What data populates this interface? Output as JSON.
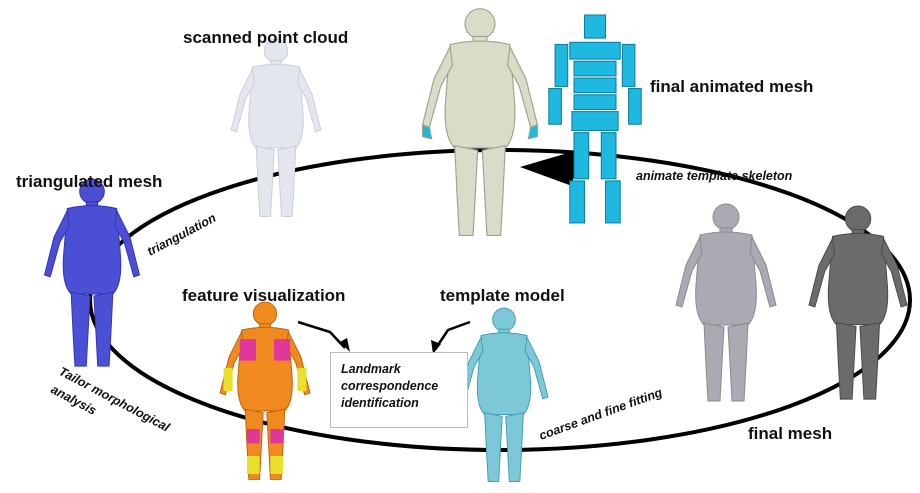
{
  "labels": {
    "scanned_point_cloud": "scanned point cloud",
    "final_animated_mesh": "final animated mesh",
    "triangulated_mesh": "triangulated mesh",
    "feature_visualization": "feature visualization",
    "template_model": "template model",
    "final_mesh": "final mesh"
  },
  "arc_labels": {
    "triangulation": "triangulation",
    "animate_template_skeleton": "animate template skeleton",
    "coarse_and_fine_fitting": "coarse and fine fitting",
    "tailor_morphological": "Tailor morphological",
    "analysis": "analysis"
  },
  "center_box": {
    "line1": "Landmark",
    "line2": "correspondence",
    "line3": "identification"
  },
  "colors": {
    "point_cloud": "#e4e6ee",
    "triangulated": "#4b4fd6",
    "feature_orange": "#f08a1e",
    "feature_magenta": "#e0389a",
    "feature_yellow": "#e8e02a",
    "template": "#7cc8d8",
    "final_mesh": "#a9aab2",
    "final_mesh_dark": "#6b6b6b",
    "animated_skin": "#d8dcc8",
    "skeleton_cyan": "#1eb8e0",
    "cycle_line": "#000000"
  }
}
